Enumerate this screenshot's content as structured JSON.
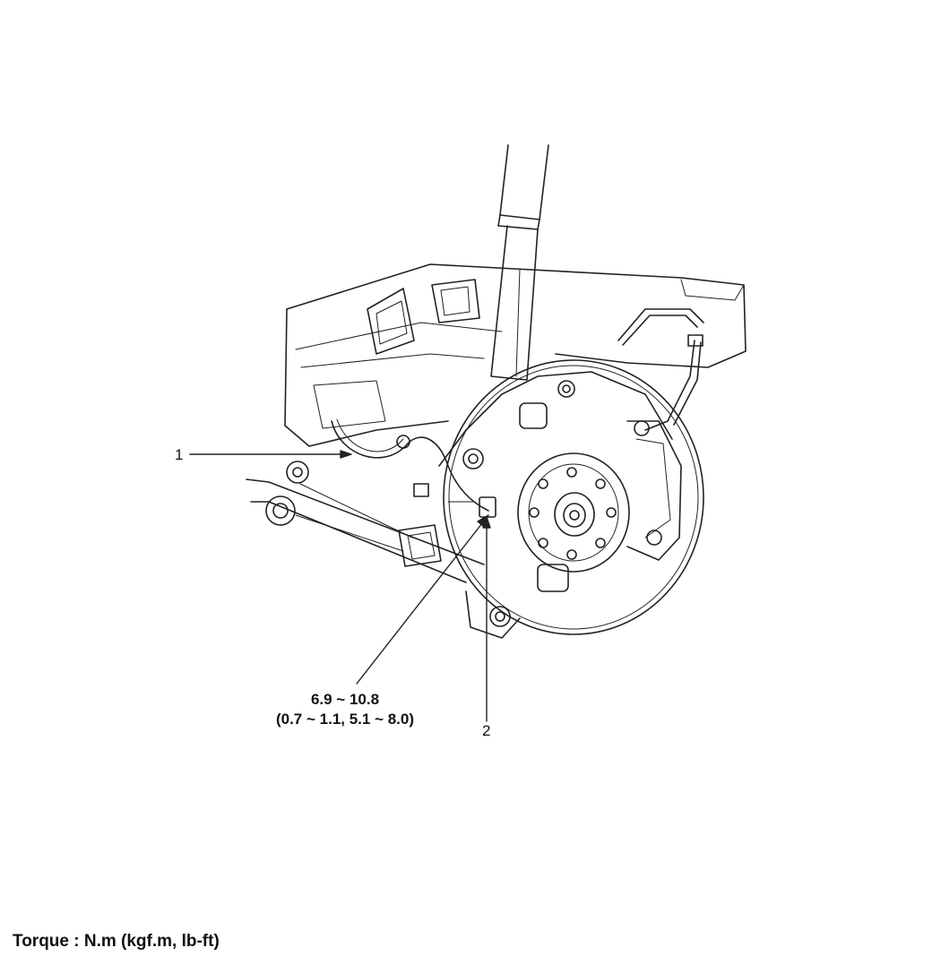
{
  "callouts": {
    "label_1": "1",
    "label_2": "2"
  },
  "torque_spec": {
    "value_line": "6.9 ~ 10.8",
    "alt_line": "(0.7 ~ 1.1, 5.1 ~ 8.0)"
  },
  "footer": {
    "torque_unit": "Torque : N.m (kgf.m, lb-ft)"
  },
  "colors": {
    "line": "#222222",
    "background": "#ffffff"
  }
}
